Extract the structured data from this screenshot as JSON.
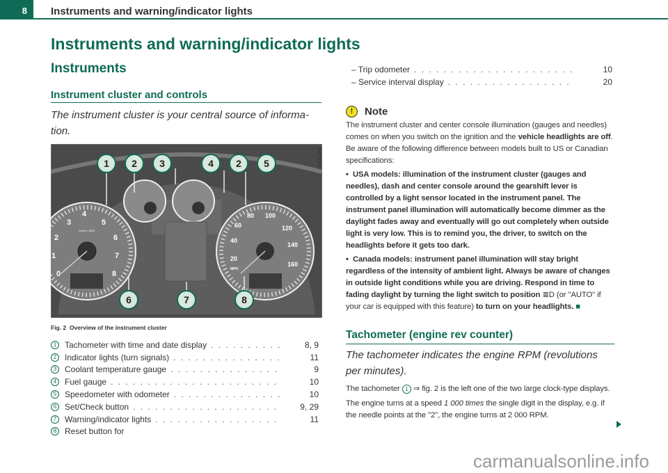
{
  "header": {
    "page_number": "8",
    "title": "Instruments and warning/indicator lights"
  },
  "title": "Instruments and warning/indicator lights",
  "section": "Instruments",
  "subsection": "Instrument cluster and controls",
  "intro": "The instrument cluster is your central source of informa-tion.",
  "figure": {
    "code": "B8P-1351",
    "caption_label": "Fig. 2",
    "caption": "Overview of the instrument cluster",
    "callouts": [
      "1",
      "2",
      "3",
      "4",
      "2",
      "5",
      "6",
      "7",
      "8"
    ],
    "tach_labels": [
      "0",
      "1",
      "2",
      "3",
      "4",
      "5",
      "6",
      "7",
      "8"
    ],
    "tach_unit": "1/min x 1000",
    "speed_labels": [
      "20",
      "40",
      "60",
      "80",
      "100",
      "120",
      "140",
      "160"
    ],
    "speed_unit": "MPH"
  },
  "legend": [
    {
      "n": "1",
      "label": "Tachometer with time and date display",
      "page": "8, 9"
    },
    {
      "n": "2",
      "label": "Indicator lights (turn signals)",
      "page": "11"
    },
    {
      "n": "3",
      "label": "Coolant temperature gauge",
      "page": "9"
    },
    {
      "n": "4",
      "label": "Fuel gauge",
      "page": "10"
    },
    {
      "n": "5",
      "label": "Speedometer with odometer",
      "page": "10"
    },
    {
      "n": "6",
      "label": "Set/Check button",
      "page": "9, 29"
    },
    {
      "n": "7",
      "label": "Warning/indicator lights",
      "page": "11"
    },
    {
      "n": "8",
      "label": "Reset button for",
      "page": ""
    }
  ],
  "sublist": [
    {
      "label": "– Trip odometer",
      "page": "10"
    },
    {
      "label": "– Service interval display",
      "page": "20"
    }
  ],
  "note": {
    "title": "Note",
    "icon": "!",
    "p1a": "The instrument cluster and center console illumination (gauges and needles) comes on when you switch on the ignition and the ",
    "p1b": "vehicle headlights are off",
    "p1c": ". Be aware of the following difference between models built to US or Canadian specifications:",
    "usa": "USA models: illumination of the instrument cluster (gauges and needles), dash and center console around the gearshift lever is controlled by a light sensor located in the instrument panel. The instrument panel illumination will automatically become dimmer as the daylight fades away and eventually will go out completely when outside light is very low. This is to remind you, the driver, to switch on the headlights before it gets too dark.",
    "canada_a": "Canada models: instrument panel illumination will stay bright regardless of the intensity of ambient light. Always be aware of changes in outside light conditions while you are driving. Respond in time to fading daylight by turning the light switch to position ",
    "canada_sym": "≣D",
    "canada_b": " (or \"AUTO\" if your car is equipped with this feature) ",
    "canada_c": "to turn on your headlights."
  },
  "tach": {
    "heading": "Tachometer (engine rev counter)",
    "intro": "The tachometer indicates the engine RPM (revolutions per minutes).",
    "p1a": "The tachometer ",
    "p1n": "1",
    "p1b": " ⇒ fig. 2 is the left one of the two large clock-type displays.",
    "p2a": "The engine turns at a speed ",
    "p2b": "1 000 times",
    "p2c": " the single digit in the display, e.g. if the needle points at the \"2\", the engine turns at 2 000 RPM."
  },
  "watermark": "carmanualsonline.info"
}
